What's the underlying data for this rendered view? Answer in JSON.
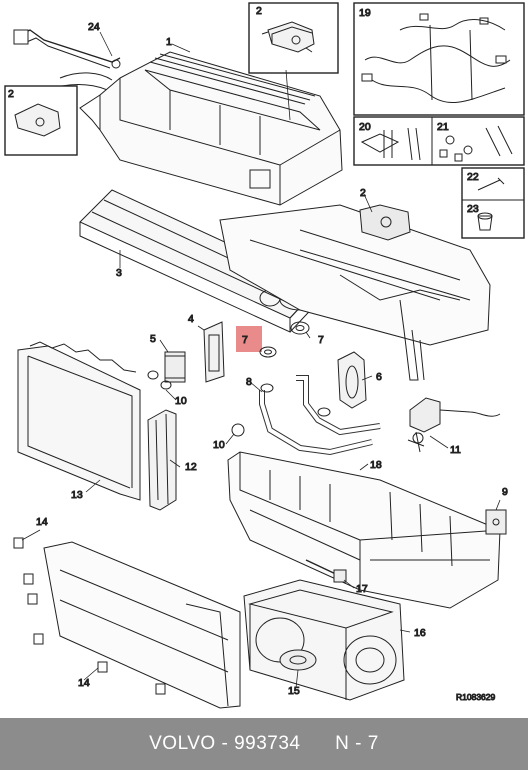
{
  "diagram": {
    "reference_code": "R1083629",
    "highlight_color": "#e98b8b",
    "callouts": {
      "n1": "1",
      "n2a": "2",
      "n2b": "2",
      "n2c": "2",
      "n3": "3",
      "n4": "4",
      "n5": "5",
      "n6": "6",
      "n7a": "7",
      "n7b": "7",
      "n8": "8",
      "n9": "9",
      "n10a": "10",
      "n10b": "10",
      "n11": "11",
      "n12": "12",
      "n13": "13",
      "n14a": "14",
      "n14b": "14",
      "n15": "15",
      "n16": "16",
      "n17": "17",
      "n18": "18",
      "n19": "19",
      "n20": "20",
      "n21": "21",
      "n22": "22",
      "n23": "23",
      "n24": "24"
    }
  },
  "footer": {
    "brand": "VOLVO",
    "part_number": "993734",
    "position": "N - 7",
    "separator": " - "
  }
}
